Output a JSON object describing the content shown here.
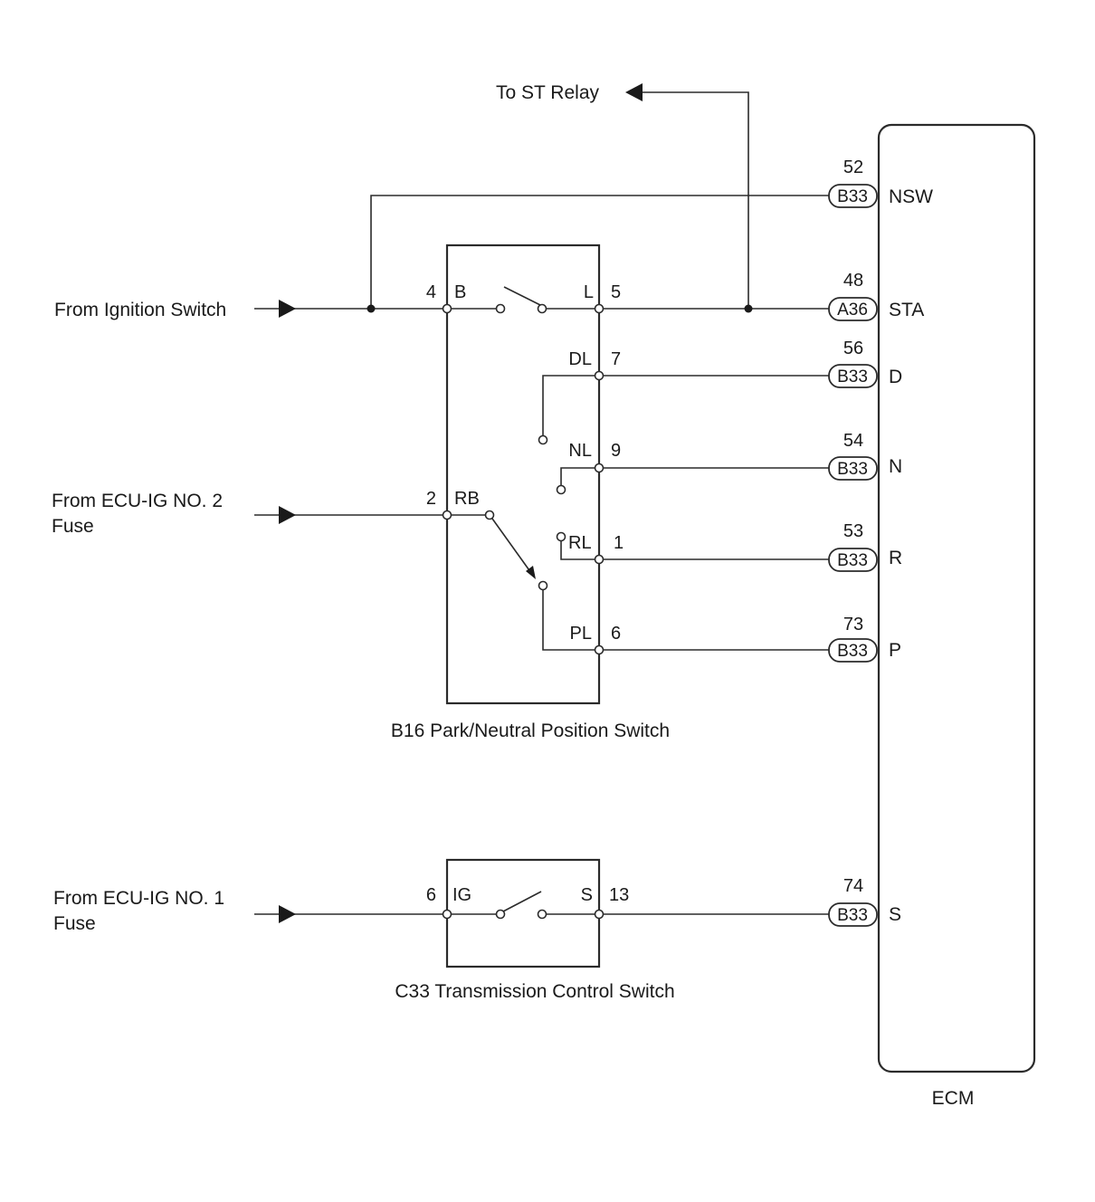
{
  "inputs": {
    "ignition": "From Ignition Switch",
    "ecu_ig2_line1": "From ECU-IG NO. 2",
    "ecu_ig2_line2": "Fuse",
    "ecu_ig1_line1": "From ECU-IG NO. 1",
    "ecu_ig1_line2": "Fuse",
    "st_relay": "To ST Relay"
  },
  "pnp_switch": {
    "caption": "B16 Park/Neutral Position Switch",
    "pins": [
      {
        "num": "4",
        "name": "B"
      },
      {
        "num": "5",
        "name": "L"
      },
      {
        "num": "7",
        "name": "DL"
      },
      {
        "num": "9",
        "name": "NL"
      },
      {
        "num": "2",
        "name": "RB"
      },
      {
        "num": "1",
        "name": "RL"
      },
      {
        "num": "6",
        "name": "PL"
      }
    ]
  },
  "tc_switch": {
    "caption": "C33 Transmission Control Switch",
    "pins": [
      {
        "num": "6",
        "name": "IG"
      },
      {
        "num": "13",
        "name": "S"
      }
    ]
  },
  "ecm": {
    "label": "ECM",
    "terminals": [
      {
        "pin": "52",
        "connector": "B33",
        "name": "NSW"
      },
      {
        "pin": "48",
        "connector": "A36",
        "name": "STA"
      },
      {
        "pin": "56",
        "connector": "B33",
        "name": "D"
      },
      {
        "pin": "54",
        "connector": "B33",
        "name": "N"
      },
      {
        "pin": "53",
        "connector": "B33",
        "name": "R"
      },
      {
        "pin": "73",
        "connector": "B33",
        "name": "P"
      },
      {
        "pin": "74",
        "connector": "B33",
        "name": "S"
      }
    ]
  }
}
